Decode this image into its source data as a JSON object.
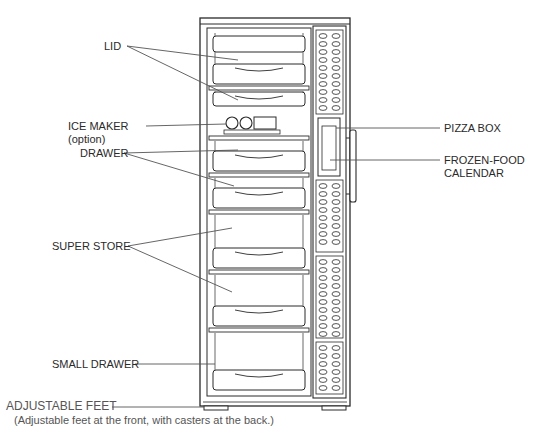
{
  "diagram": {
    "labels": [
      "LID",
      "ICE MAKER (option)",
      "DRAWER",
      "SUPER STORE",
      "SMALL DRAWER",
      "ADJUSTABLE FEET",
      "(Adjustable feet at the front, with casters at the back.)",
      "PIZZA BOX",
      "FROZEN-FOOD CALENDAR"
    ]
  }
}
